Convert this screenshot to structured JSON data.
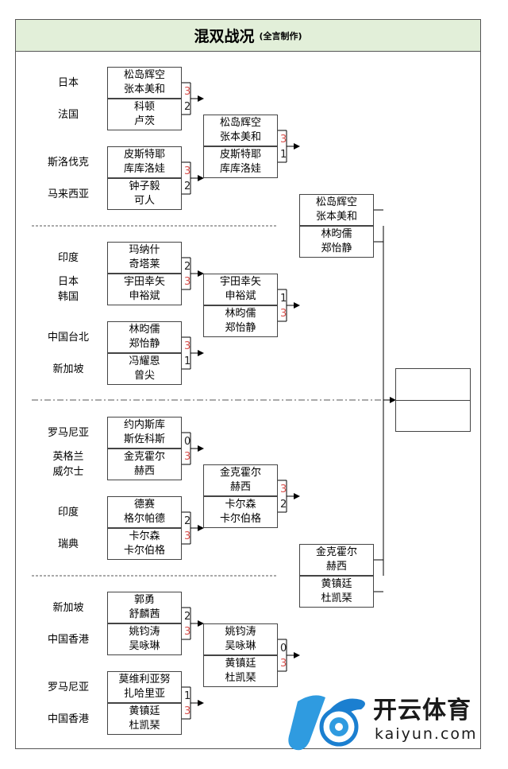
{
  "header": {
    "title": "混双战况",
    "subtitle": "(全言制作)"
  },
  "round1": [
    {
      "country": "日本",
      "players": [
        "松岛辉空",
        "张本美和"
      ],
      "score": "3",
      "win": true
    },
    {
      "country": "法国",
      "players": [
        "科顿",
        "卢茨"
      ],
      "score": "2",
      "win": false
    },
    {
      "country": "斯洛伐克",
      "players": [
        "皮斯特耶",
        "库库洛娃"
      ],
      "score": "3",
      "win": true
    },
    {
      "country": "马来西亚",
      "players": [
        "钟子毅",
        "可人"
      ],
      "score": "2",
      "win": false
    },
    {
      "country": "印度",
      "players": [
        "玛纳什",
        "奇塔莱"
      ],
      "score": "2",
      "win": false
    },
    {
      "country": "日本\n韩国",
      "players": [
        "宇田幸矢",
        "申裕斌"
      ],
      "score": "3",
      "win": true
    },
    {
      "country": "中国台北",
      "players": [
        "林昀儒",
        "郑怡静"
      ],
      "score": "3",
      "win": true
    },
    {
      "country": "新加坡",
      "players": [
        "冯耀恩",
        "曾尖"
      ],
      "score": "1",
      "win": false
    },
    {
      "country": "罗马尼亚",
      "players": [
        "约内斯库",
        "斯佐科斯"
      ],
      "score": "0",
      "win": false
    },
    {
      "country": "英格兰\n威尔士",
      "players": [
        "金克霍尔",
        "赫西"
      ],
      "score": "3",
      "win": true
    },
    {
      "country": "印度",
      "players": [
        "德赛",
        "格尔帕德"
      ],
      "score": "2",
      "win": false
    },
    {
      "country": "瑞典",
      "players": [
        "卡尔森",
        "卡尔伯格"
      ],
      "score": "3",
      "win": true
    },
    {
      "country": "新加坡",
      "players": [
        "郭勇",
        "舒麟茜"
      ],
      "score": "2",
      "win": false
    },
    {
      "country": "中国香港",
      "players": [
        "姚钧涛",
        "吴咏琳"
      ],
      "score": "3",
      "win": true
    },
    {
      "country": "罗马尼亚",
      "players": [
        "莫维利亚努",
        "扎哈里亚"
      ],
      "score": "1",
      "win": false
    },
    {
      "country": "中国香港",
      "players": [
        "黄镇廷",
        "杜凯琹"
      ],
      "score": "3",
      "win": true
    }
  ],
  "round2": [
    {
      "players": [
        "松岛辉空",
        "张本美和"
      ],
      "score": "3",
      "win": true
    },
    {
      "players": [
        "皮斯特耶",
        "库库洛娃"
      ],
      "score": "1",
      "win": false
    },
    {
      "players": [
        "宇田幸矢",
        "申裕斌"
      ],
      "score": "1",
      "win": false
    },
    {
      "players": [
        "林昀儒",
        "郑怡静"
      ],
      "score": "3",
      "win": true
    },
    {
      "players": [
        "金克霍尔",
        "赫西"
      ],
      "score": "3",
      "win": true
    },
    {
      "players": [
        "卡尔森",
        "卡尔伯格"
      ],
      "score": "2",
      "win": false
    },
    {
      "players": [
        "姚钧涛",
        "吴咏琳"
      ],
      "score": "0",
      "win": false
    },
    {
      "players": [
        "黄镇廷",
        "杜凯琹"
      ],
      "score": "3",
      "win": true
    }
  ],
  "round3": [
    {
      "players": [
        "松岛辉空",
        "张本美和"
      ]
    },
    {
      "players": [
        "林昀儒",
        "郑怡静"
      ]
    },
    {
      "players": [
        "金克霍尔",
        "赫西"
      ]
    },
    {
      "players": [
        "黄镇廷",
        "杜凯琹"
      ]
    }
  ],
  "watermark": {
    "brand": "开云体育",
    "url": "kaiyun.com"
  },
  "colors": {
    "win": "#d9534f",
    "title_bg": "#e2efd9"
  }
}
